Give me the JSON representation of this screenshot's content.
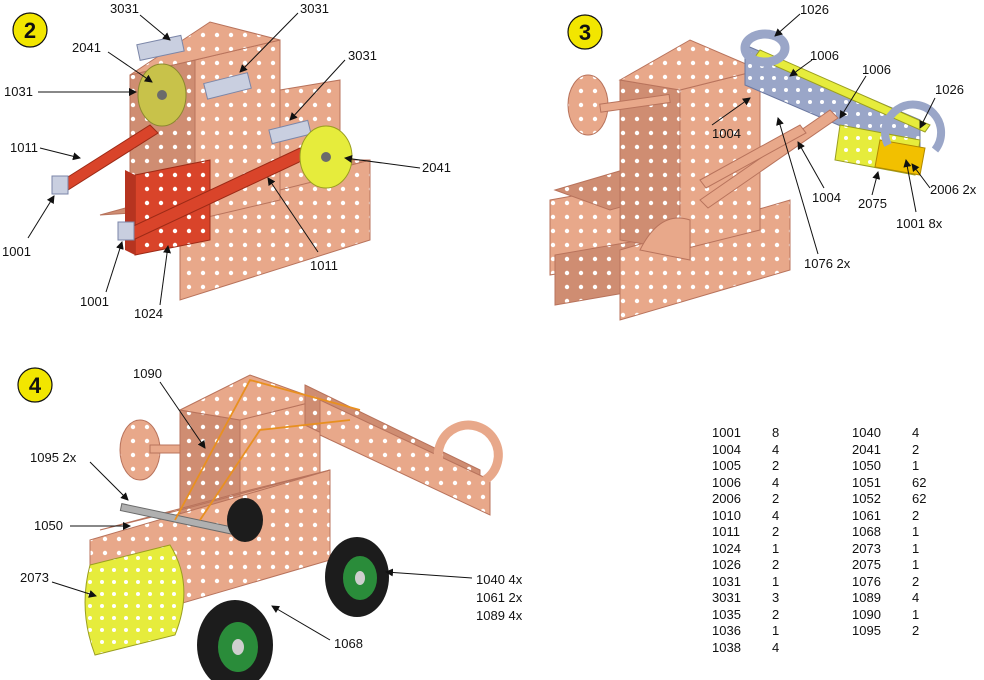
{
  "steps": {
    "s2": {
      "number": "2"
    },
    "s3": {
      "number": "3"
    },
    "s4": {
      "number": "4"
    }
  },
  "callouts": {
    "s2_3031_a": "3031",
    "s2_3031_b": "3031",
    "s2_2041_a": "2041",
    "s2_1031": "1031",
    "s2_3031_c": "3031",
    "s2_1011_a": "1011",
    "s2_2041_b": "2041",
    "s2_1001_a": "1001",
    "s2_1001_b": "1001",
    "s2_1024": "1024",
    "s2_1011_b": "1011",
    "s3_1026_a": "1026",
    "s3_1006_a": "1006",
    "s3_1006_b": "1006",
    "s3_1026_b": "1026",
    "s3_1004_a": "1004",
    "s3_1004_b": "1004",
    "s3_2006": "2006 2x",
    "s3_2075": "2075",
    "s3_1001": "1001 8x",
    "s3_1076": "1076 2x",
    "s4_1090": "1090",
    "s4_1095": "1095 2x",
    "s4_1050": "1050",
    "s4_2073": "2073",
    "s4_1040": "1040 4x",
    "s4_1061": "1061 2x",
    "s4_1089": "1089 4x",
    "s4_1068": "1068"
  },
  "parts_list": {
    "left": [
      {
        "code": "1001",
        "qty": "8"
      },
      {
        "code": "1004",
        "qty": "4"
      },
      {
        "code": "1005",
        "qty": "2"
      },
      {
        "code": "1006",
        "qty": "4"
      },
      {
        "code": "2006",
        "qty": "2"
      },
      {
        "code": "1010",
        "qty": "4"
      },
      {
        "code": "1011",
        "qty": "2"
      },
      {
        "code": "1024",
        "qty": "1"
      },
      {
        "code": "1026",
        "qty": "2"
      },
      {
        "code": "1031",
        "qty": "1"
      },
      {
        "code": "3031",
        "qty": "3"
      },
      {
        "code": "1035",
        "qty": "2"
      },
      {
        "code": "1036",
        "qty": "1"
      },
      {
        "code": "1038",
        "qty": "4"
      }
    ],
    "right": [
      {
        "code": "1040",
        "qty": "4"
      },
      {
        "code": "2041",
        "qty": "2"
      },
      {
        "code": "1050",
        "qty": "1"
      },
      {
        "code": "1051",
        "qty": "62"
      },
      {
        "code": "1052",
        "qty": "62"
      },
      {
        "code": "1061",
        "qty": "2"
      },
      {
        "code": "1068",
        "qty": "1"
      },
      {
        "code": "2073",
        "qty": "1"
      },
      {
        "code": "2075",
        "qty": "1"
      },
      {
        "code": "1076",
        "qty": "2"
      },
      {
        "code": "1089",
        "qty": "4"
      },
      {
        "code": "1090",
        "qty": "1"
      },
      {
        "code": "1095",
        "qty": "2"
      }
    ]
  },
  "colors": {
    "copper": "#e8a88a",
    "copper_dark": "#c9826a",
    "red": "#d9442a",
    "yellow": "#e6ec3c",
    "olive": "#c8c24a",
    "steel": "#9aa6c8",
    "tire": "#1c1c1c",
    "rim": "#2a8c3a",
    "badge": "#f2e600"
  }
}
